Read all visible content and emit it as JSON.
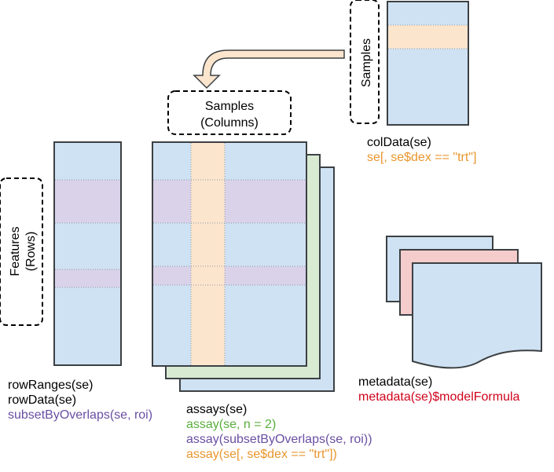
{
  "diagram": {
    "samples_top_label": "Samples",
    "samples_columns_label": [
      "Samples",
      "(Columns)"
    ],
    "features_rows_label": [
      "Features",
      "(Rows)"
    ]
  },
  "coldata_labels": [
    {
      "text": "colData(se)",
      "color": "#000000"
    },
    {
      "text": "se[, se$dex == \"trt\"]",
      "color": "#e8962e"
    }
  ],
  "rowdata_labels": [
    {
      "text": "rowRanges(se)",
      "color": "#000000"
    },
    {
      "text": "rowData(se)",
      "color": "#000000"
    },
    {
      "text": "subsetByOverlaps(se, roi)",
      "color": "#6a4fa3"
    }
  ],
  "assays_labels": [
    {
      "text": "assays(se)",
      "color": "#000000"
    },
    {
      "text": "assay(se, n = 2)",
      "color": "#5aae3c"
    },
    {
      "text": "assay(subsetByOverlaps(se, roi))",
      "color": "#6a4fa3"
    },
    {
      "text": "assay(se[, se$dex == \"trt\"])",
      "color": "#e8962e"
    }
  ],
  "metadata_labels": [
    {
      "text": "metadata(se)",
      "color": "#000000"
    },
    {
      "text": "metadata(se)$modelFormula",
      "color": "#d0021b"
    }
  ],
  "colors": {
    "blue_fill": "#cfe2f3",
    "purple_fill": "#d9d2e9",
    "orange_fill": "#fce5cd",
    "green_fill": "#d9ead3",
    "pink_fill": "#f4cccc",
    "stroke": "#3c4043"
  }
}
